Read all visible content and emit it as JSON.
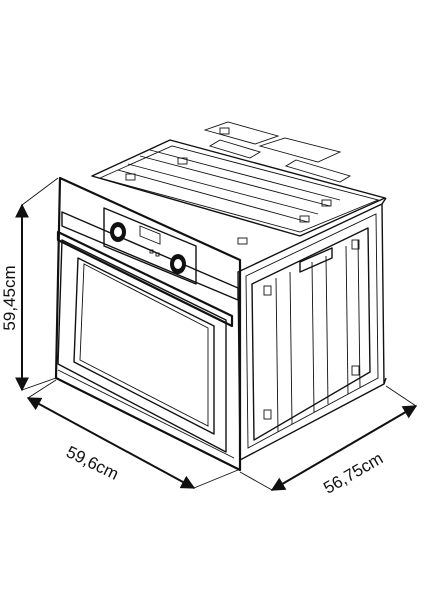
{
  "dimensions": {
    "height": "59,45cm",
    "width": "59,6cm",
    "depth": "56,75cm"
  }
}
